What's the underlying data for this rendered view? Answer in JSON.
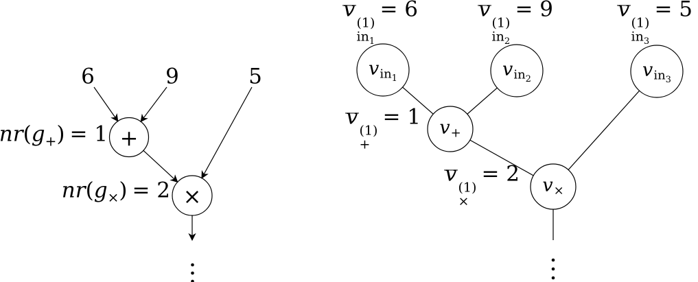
{
  "colors": {
    "ink": "#000000",
    "background": "#ffffff"
  },
  "left": {
    "input_values": [
      "6",
      "9",
      "5"
    ],
    "plus_annotation": {
      "fn": "nr",
      "open": "(",
      "var": "g",
      "sub": "+",
      "close": ")",
      "eq": "= 1"
    },
    "times_annotation": {
      "fn": "nr",
      "open": "(",
      "var": "g",
      "sub": "×",
      "close": ")",
      "eq": "= 2"
    },
    "plus_node_symbol": "+",
    "times_node_symbol": "×"
  },
  "right": {
    "annotations": {
      "in1": {
        "base": "v",
        "sup": "(1)",
        "sub": "in",
        "subsub": "1",
        "eq": "= 6"
      },
      "in2": {
        "base": "v",
        "sup": "(1)",
        "sub": "in",
        "subsub": "2",
        "eq": "= 9"
      },
      "in3": {
        "base": "v",
        "sup": "(1)",
        "sub": "in",
        "subsub": "3",
        "eq": "= 5"
      },
      "plus": {
        "base": "v",
        "sup": "(1)",
        "sub": "+",
        "eq": "= 1"
      },
      "times": {
        "base": "v",
        "sup": "(1)",
        "sub": "×",
        "eq": "= 2"
      }
    },
    "nodes": {
      "in1": {
        "base": "v",
        "sub": "in",
        "subsub": "1"
      },
      "in2": {
        "base": "v",
        "sub": "in",
        "subsub": "2"
      },
      "in3": {
        "base": "v",
        "sub": "in",
        "subsub": "3"
      },
      "plus": {
        "base": "v",
        "sub": "+"
      },
      "times": {
        "base": "v",
        "sub": "×"
      }
    }
  }
}
